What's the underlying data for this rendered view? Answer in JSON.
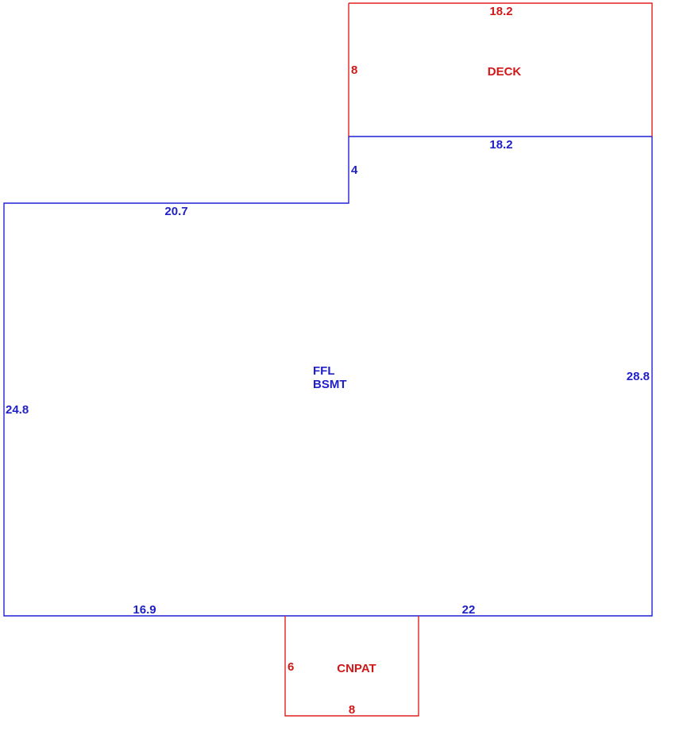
{
  "colors": {
    "main": "#1f1fd6",
    "attachment": "#e02020"
  },
  "main_area": {
    "labels": [
      "FFL",
      "BSMT"
    ],
    "dims": {
      "top_right": "18.2",
      "notch": "4",
      "top_left": "20.7",
      "left": "24.8",
      "right": "28.8",
      "bottom_left": "16.9",
      "bottom_right": "22"
    }
  },
  "deck": {
    "label": "DECK",
    "dims": {
      "top": "18.2",
      "left": "8"
    }
  },
  "cnpat": {
    "label": "CNPAT",
    "dims": {
      "left": "6",
      "bottom": "8"
    }
  }
}
